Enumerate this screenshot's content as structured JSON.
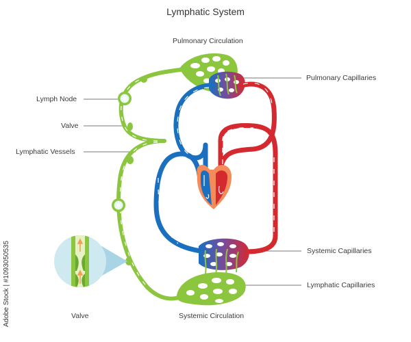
{
  "title": "Lymphatic System",
  "colors": {
    "lymph": "#8cc63f",
    "vein": "#1a6fbf",
    "artery": "#d42a2f",
    "heart_outer": "#f58a5a",
    "valve_bg": "#cfe9f0"
  },
  "section_labels": {
    "pulmonary": "Pulmonary Circulation",
    "systemic": "Systemic Circulation",
    "valve_inset": "Valve"
  },
  "left_labels": [
    {
      "id": "lymph-node",
      "text": "Lymph Node"
    },
    {
      "id": "valve",
      "text": "Valve"
    },
    {
      "id": "lymphatic-vessels",
      "text": "Lymphatic Vessels"
    }
  ],
  "right_labels": [
    {
      "id": "pulmonary-capillaries",
      "text": "Pulmonary Capillaries"
    },
    {
      "id": "systemic-capillaries",
      "text": "Systemic Capillaries"
    },
    {
      "id": "lymphatic-capillaries",
      "text": "Lymphatic Capillaries"
    }
  ],
  "credit": "Adobe Stock | #1093050535"
}
